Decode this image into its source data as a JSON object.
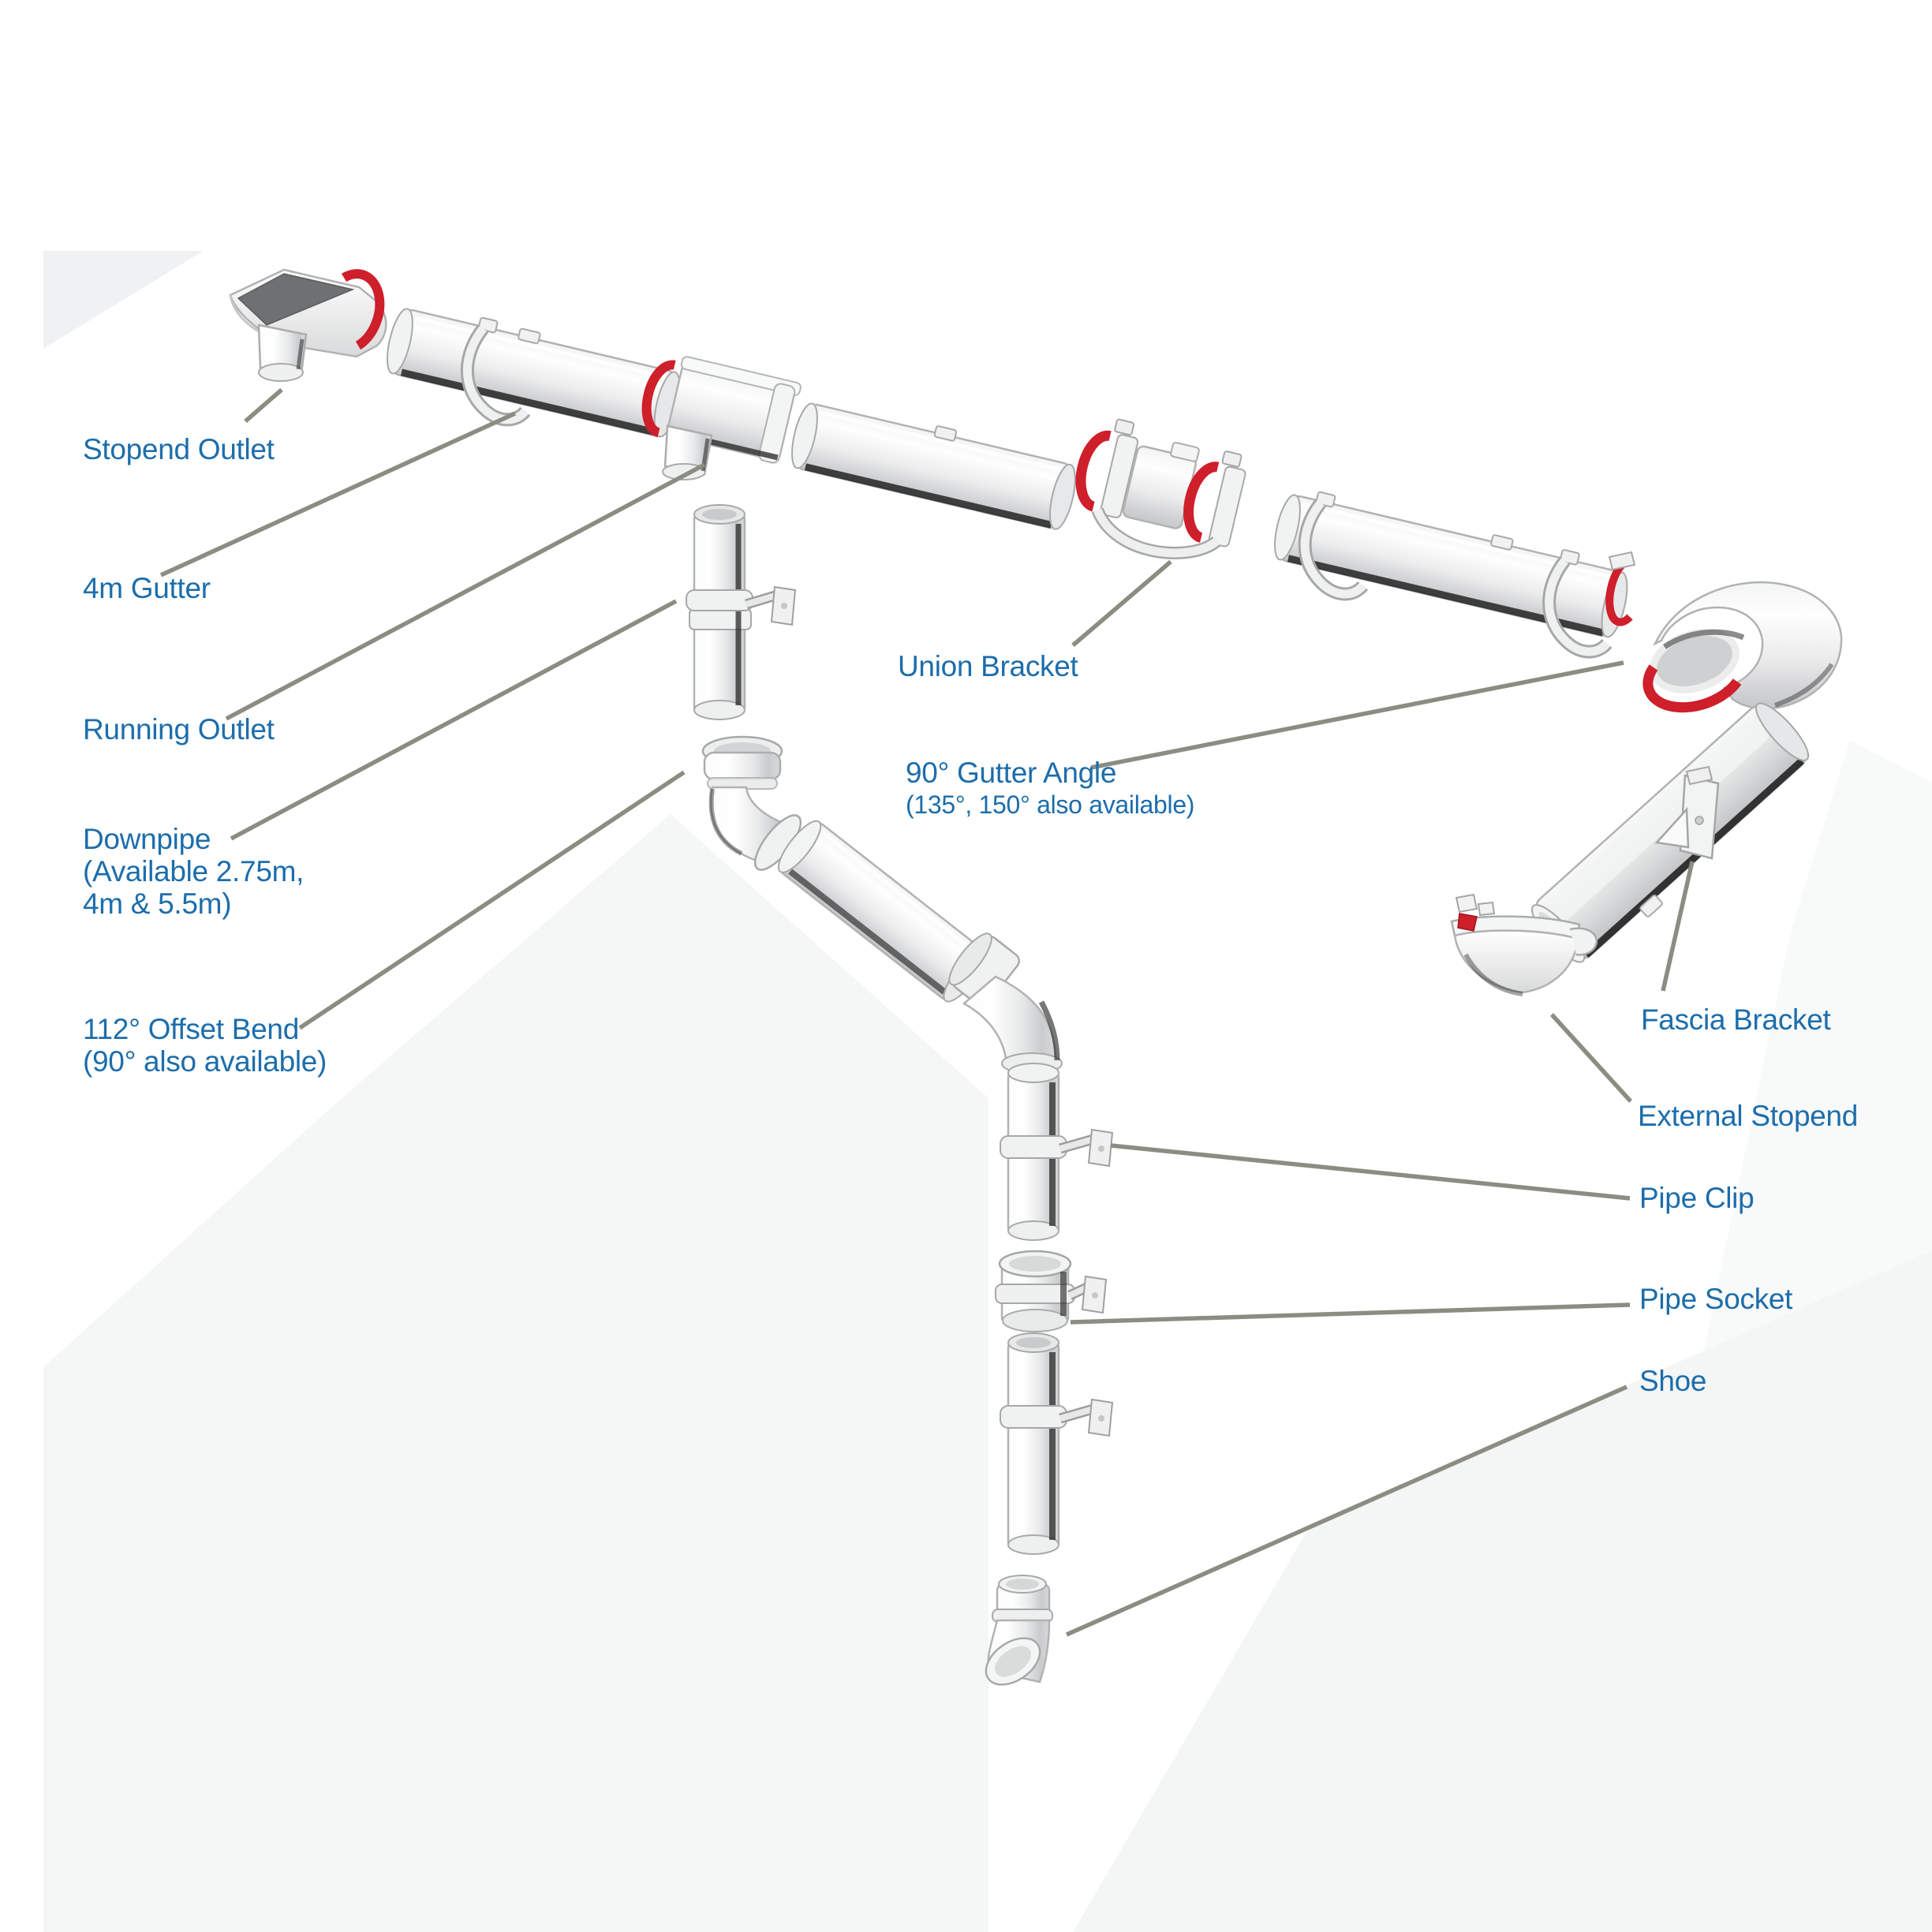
{
  "diagram": {
    "type": "exploded-parts-diagram",
    "subject": "Half-round rainwater gutter and downpipe system",
    "colors": {
      "label_text": "#1c6dab",
      "leader_line": "#8d8c83",
      "seal_red": "#ce1f2b",
      "pipe_white": "#ffffff",
      "shadow_dark": "#161616",
      "background": "#ffffff"
    },
    "labels": {
      "stopend_outlet": {
        "text": "Stopend Outlet"
      },
      "gutter_4m": {
        "text": "4m Gutter"
      },
      "running_outlet": {
        "text": "Running Outlet"
      },
      "downpipe": {
        "lines": [
          "Downpipe",
          "(Available 2.75m,",
          "4m & 5.5m)"
        ]
      },
      "offset_bend": {
        "lines": [
          "112° Offset Bend",
          "(90° also available)"
        ]
      },
      "union_bracket": {
        "text": "Union Bracket"
      },
      "gutter_angle": {
        "lines": [
          "90° Gutter Angle",
          "(135°, 150° also available)"
        ]
      },
      "fascia_bracket": {
        "text": "Fascia Bracket"
      },
      "external_stopend": {
        "text": "External Stopend"
      },
      "pipe_clip": {
        "text": "Pipe Clip"
      },
      "pipe_socket": {
        "text": "Pipe Socket"
      },
      "shoe": {
        "text": "Shoe"
      }
    }
  }
}
